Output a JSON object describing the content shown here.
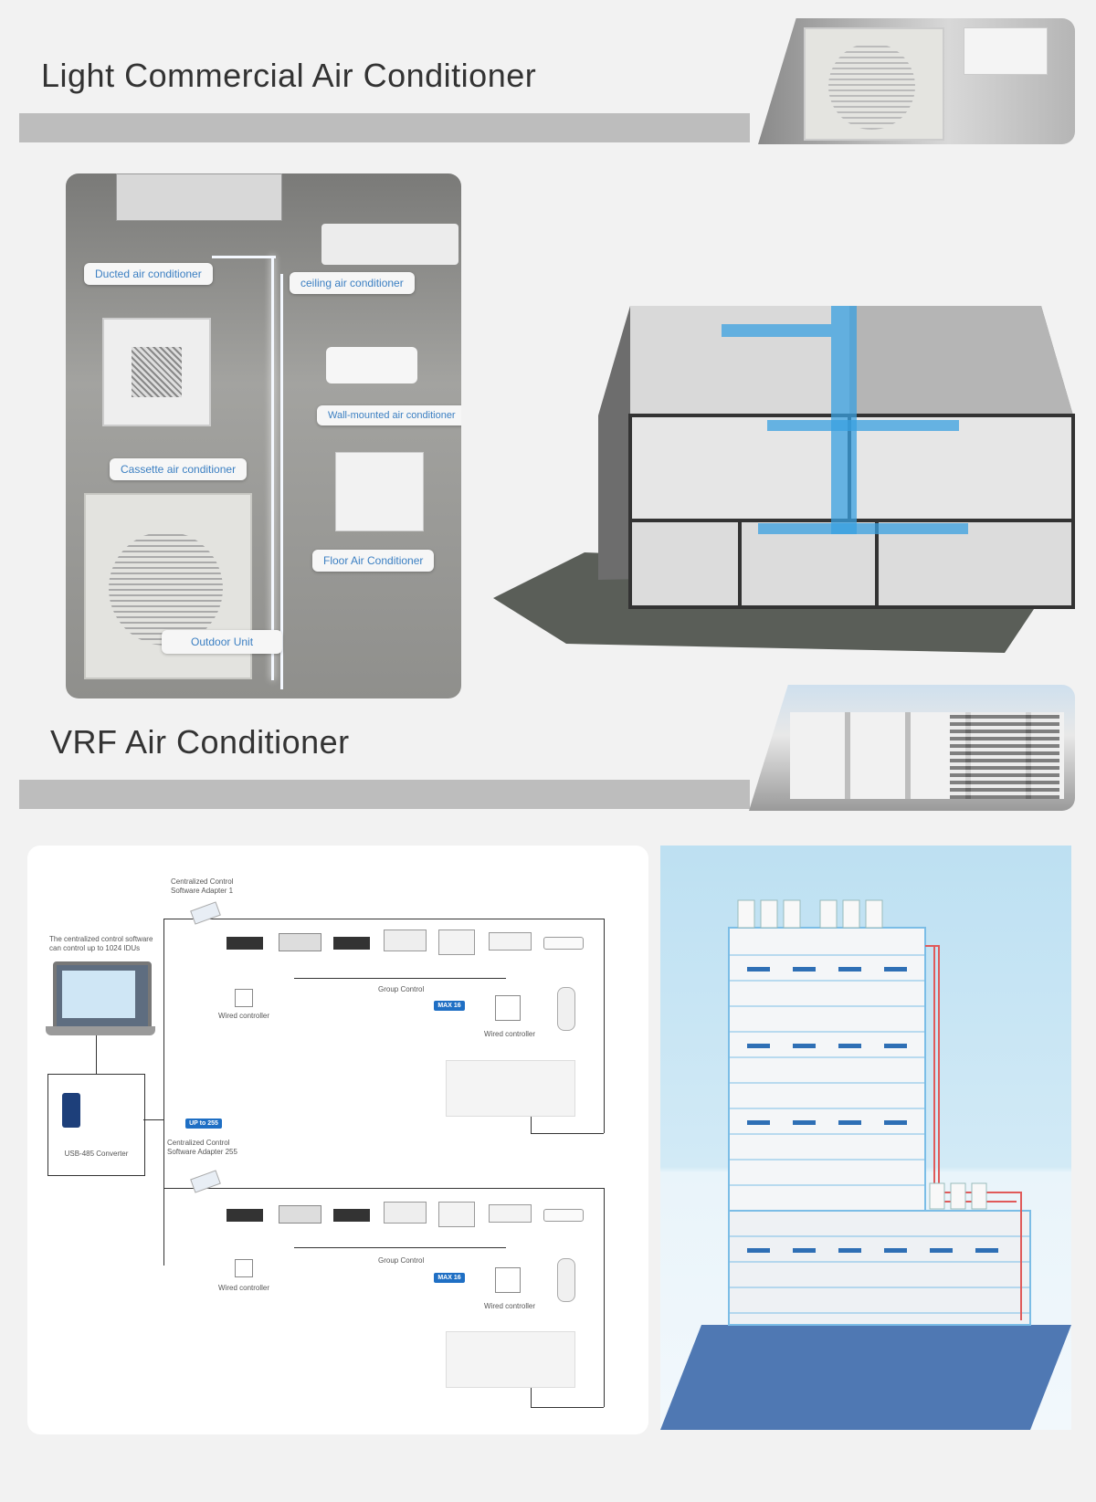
{
  "sections": {
    "light_commercial": {
      "title": "Light Commercial Air Conditioner"
    },
    "vrf": {
      "title": "VRF Air Conditioner"
    }
  },
  "showroom": {
    "labels": {
      "ducted": "Ducted air conditioner",
      "ceiling": "ceiling air conditioner",
      "wall": "Wall-mounted air conditioner",
      "cassette": "Cassette air conditioner",
      "floor": "Floor Air Conditioner",
      "outdoor": "Outdoor Unit"
    }
  },
  "diagram": {
    "note": "The centralized control software can control up to 1024 IDUs",
    "converter": "USB-485 Converter",
    "adapter1": "Centralized Control Software Adapter 1",
    "adapter255": "Centralized Control Software Adapter 255",
    "up_to": "UP to 255",
    "group_control": "Group Control",
    "wired_controller": "Wired controller",
    "max16": "MAX 16"
  },
  "colors": {
    "accent_blue": "#1f6fc4",
    "bar_gray": "#bdbdbd",
    "pipe_red": "#e05a5a"
  }
}
